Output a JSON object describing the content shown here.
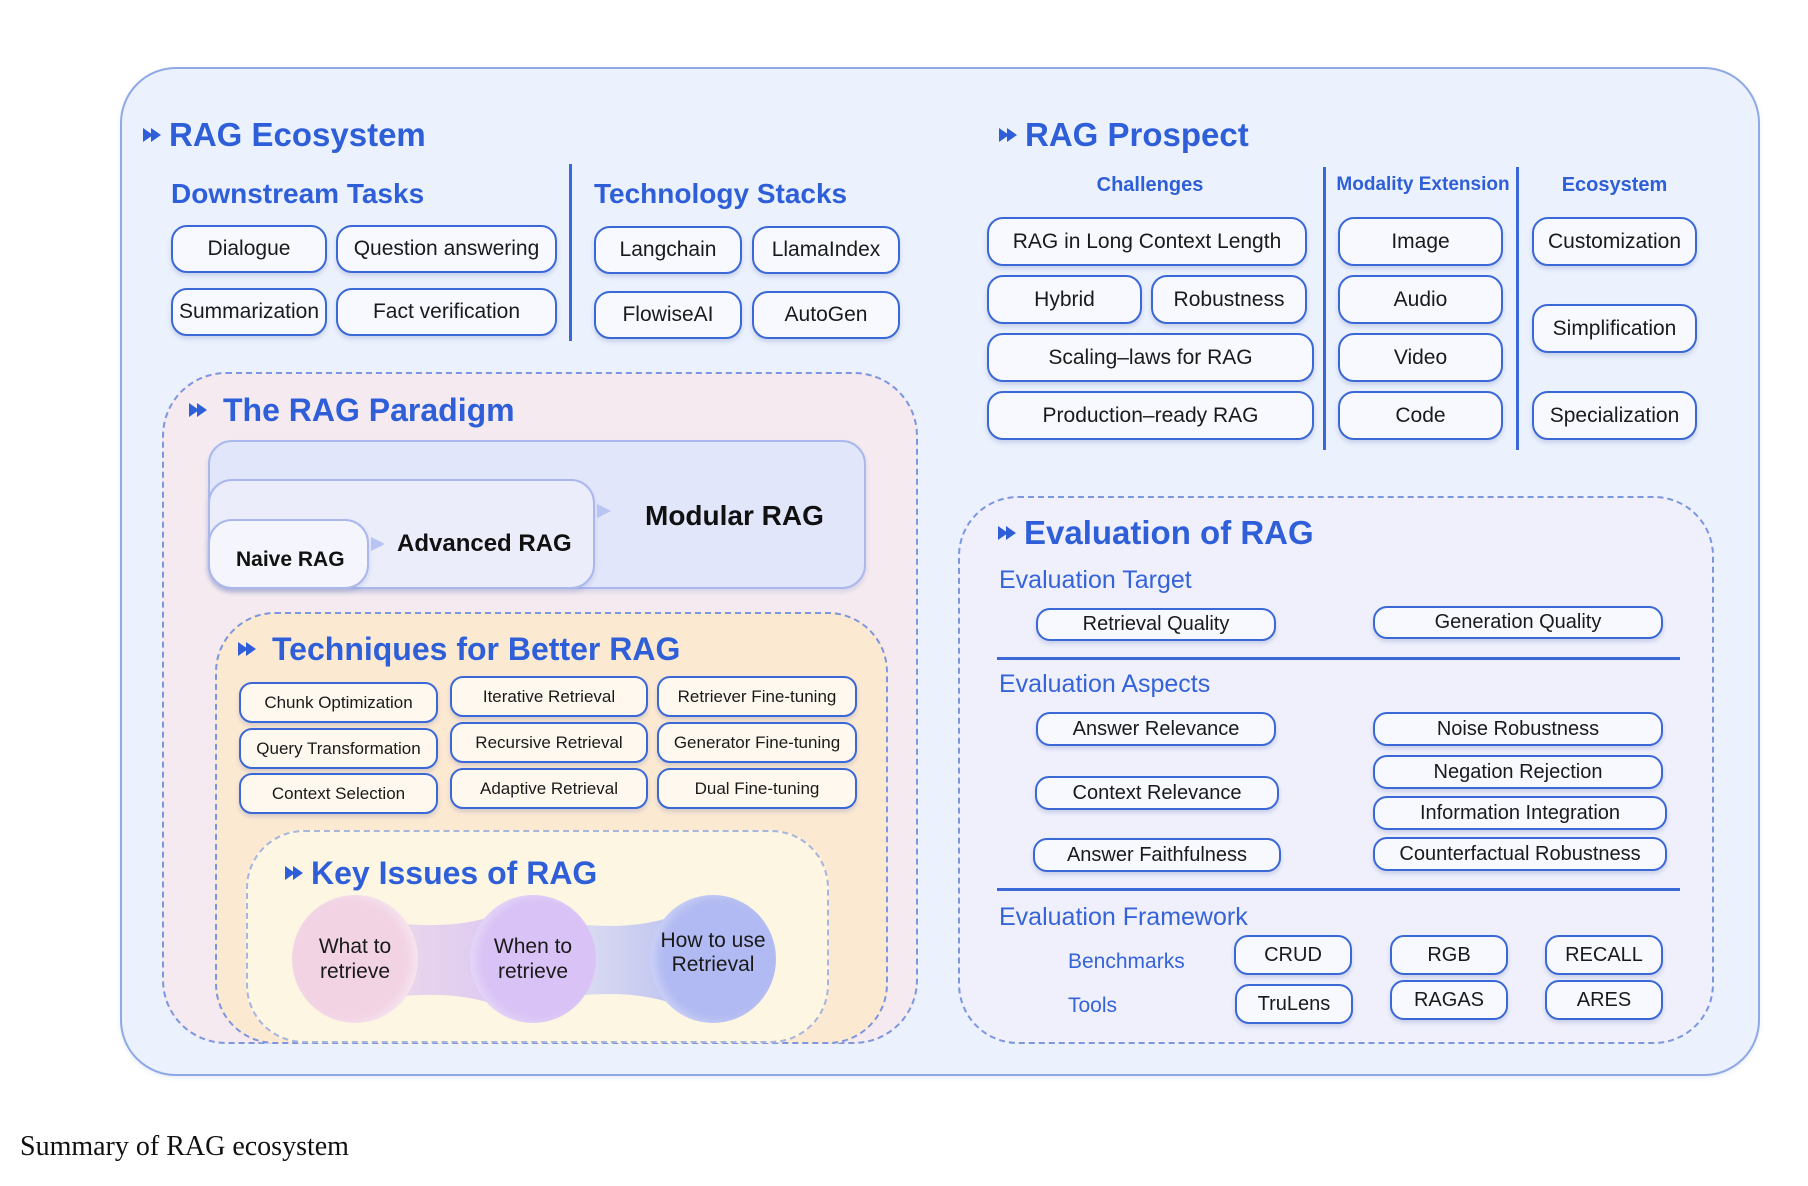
{
  "ecosystem": {
    "title": "RAG Ecosystem",
    "downstream": {
      "title": "Downstream Tasks",
      "items": [
        "Dialogue",
        "Question answering",
        "Summarization",
        "Fact verification"
      ]
    },
    "tech": {
      "title": "Technology Stacks",
      "items": [
        "Langchain",
        "LlamaIndex",
        "FlowiseAI",
        "AutoGen"
      ]
    }
  },
  "prospect": {
    "title": "RAG Prospect",
    "challenges": {
      "title": "Challenges",
      "items": [
        "RAG in Long Context Length",
        "Hybrid",
        "Robustness",
        "Scaling–laws for RAG",
        "Production–ready RAG"
      ]
    },
    "modality": {
      "title": "Modality Extension",
      "items": [
        "Image",
        "Audio",
        "Video",
        "Code"
      ]
    },
    "eco": {
      "title": "Ecosystem",
      "items": [
        "Customization",
        "Simplification",
        "Specialization"
      ]
    }
  },
  "paradigm": {
    "title": "The RAG Paradigm",
    "naive": "Naive RAG",
    "advanced": "Advanced RAG",
    "modular": "Modular RAG"
  },
  "techniques": {
    "title": "Techniques for Better RAG",
    "columns": [
      [
        "Chunk Optimization",
        "Query Transformation",
        "Context Selection"
      ],
      [
        "Iterative Retrieval",
        "Recursive Retrieval",
        "Adaptive Retrieval"
      ],
      [
        "Retriever Fine-tuning",
        "Generator Fine-tuning",
        "Dual Fine-tuning"
      ]
    ]
  },
  "key_issues": {
    "title": "Key Issues of RAG",
    "items": [
      {
        "line1": "What to",
        "line2": "retrieve"
      },
      {
        "line1": "When to",
        "line2": "retrieve"
      },
      {
        "line1": "How to use",
        "line2": "Retrieval"
      }
    ]
  },
  "evaluation": {
    "title": "Evaluation of RAG",
    "target": {
      "title": "Evaluation Target",
      "items": [
        "Retrieval Quality",
        "Generation Quality"
      ]
    },
    "aspects": {
      "title": "Evaluation Aspects",
      "left": [
        "Answer Relevance",
        "Context Relevance",
        "Answer Faithfulness"
      ],
      "right": [
        "Noise Robustness",
        "Negation Rejection",
        "Information Integration",
        "Counterfactual Robustness"
      ]
    },
    "framework": {
      "title": "Evaluation Framework",
      "benchmarks_label": "Benchmarks",
      "benchmarks": [
        "CRUD",
        "RGB",
        "RECALL"
      ],
      "tools_label": "Tools",
      "tools": [
        "TruLens",
        "RAGAS",
        "ARES"
      ]
    }
  },
  "caption": "Summary of RAG ecosystem",
  "colors": {
    "accent": "#2f5fd8",
    "pill_border": "#3a68d6",
    "outer_bg": "#ebf1fd",
    "paradigm_bg": "#f4eaf0",
    "techniques_bg": "#fce9d2",
    "key_issues_bg": "#fdf6e2",
    "evaluation_bg": "#eff0fc",
    "circle_what": "#f2d3e4",
    "circle_when": "#d9c2f5",
    "circle_how": "#b1baf2"
  }
}
